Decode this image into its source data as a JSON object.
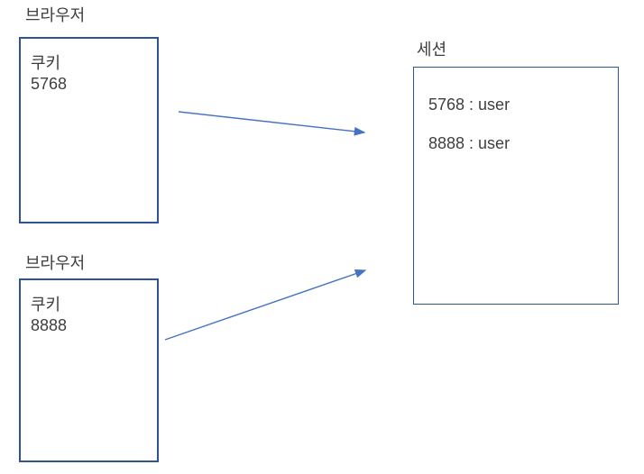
{
  "diagram": {
    "browsers": [
      {
        "title": "브라우저",
        "cookie_label": "쿠키",
        "cookie_value": "5768"
      },
      {
        "title": "브라우저",
        "cookie_label": "쿠키",
        "cookie_value": "8888"
      }
    ],
    "session": {
      "title": "세션",
      "entries": [
        "5768 : user",
        "8888 : user"
      ]
    },
    "colors": {
      "box_border": "#2e5496",
      "arrow": "#4472c4",
      "text": "#3f3f3f",
      "background": "#ffffff"
    }
  }
}
